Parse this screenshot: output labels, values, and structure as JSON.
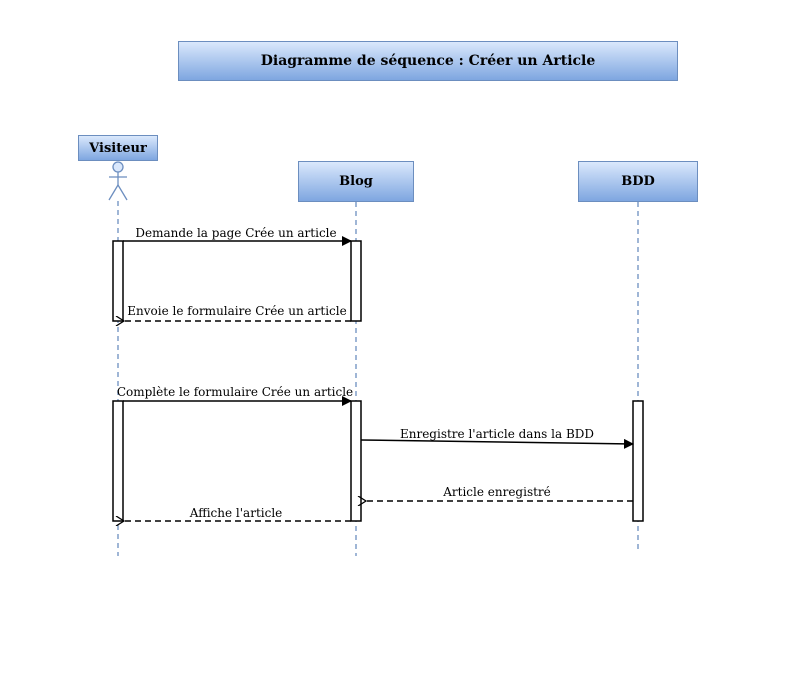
{
  "title": "Diagramme de séquence : Créer un Article",
  "participants": {
    "actor": "Visiteur",
    "blog": "Blog",
    "bdd": "BDD"
  },
  "messages": [
    {
      "label": "Demande la page Crée un article",
      "from": "actor",
      "to": "blog",
      "style": "solid"
    },
    {
      "label": "Envoie le formulaire Crée un article",
      "from": "blog",
      "to": "actor",
      "style": "dashed"
    },
    {
      "label": "Complète le formulaire Crée un article",
      "from": "actor",
      "to": "blog",
      "style": "solid"
    },
    {
      "label": "Enregistre l'article dans la BDD",
      "from": "blog",
      "to": "bdd",
      "style": "solid"
    },
    {
      "label": "Article enregistré",
      "from": "bdd",
      "to": "blog",
      "style": "dashed"
    },
    {
      "label": "Affiche l'article",
      "from": "blog",
      "to": "actor",
      "style": "dashed"
    }
  ],
  "colors": {
    "box_border": "#6c8ebf",
    "box_fill_top": "#dae8fc",
    "box_fill_bottom": "#7ea6e0",
    "lifeline": "#6c8ebf"
  }
}
